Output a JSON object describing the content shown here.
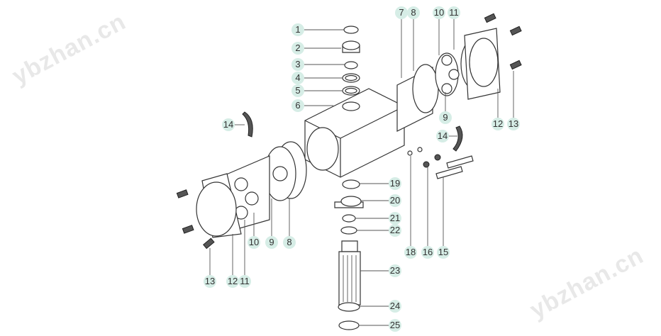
{
  "watermark": "ybzhan.cn",
  "callouts": [
    "1",
    "2",
    "3",
    "4",
    "5",
    "6",
    "7",
    "8",
    "10",
    "11",
    "9",
    "12",
    "13",
    "14",
    "14",
    "19",
    "20",
    "21",
    "22",
    "23",
    "24",
    "25",
    "18",
    "16",
    "15",
    "10",
    "9",
    "8",
    "13",
    "12",
    "11"
  ],
  "colors": {
    "badge": "#d6ede6",
    "line": "#333333"
  }
}
